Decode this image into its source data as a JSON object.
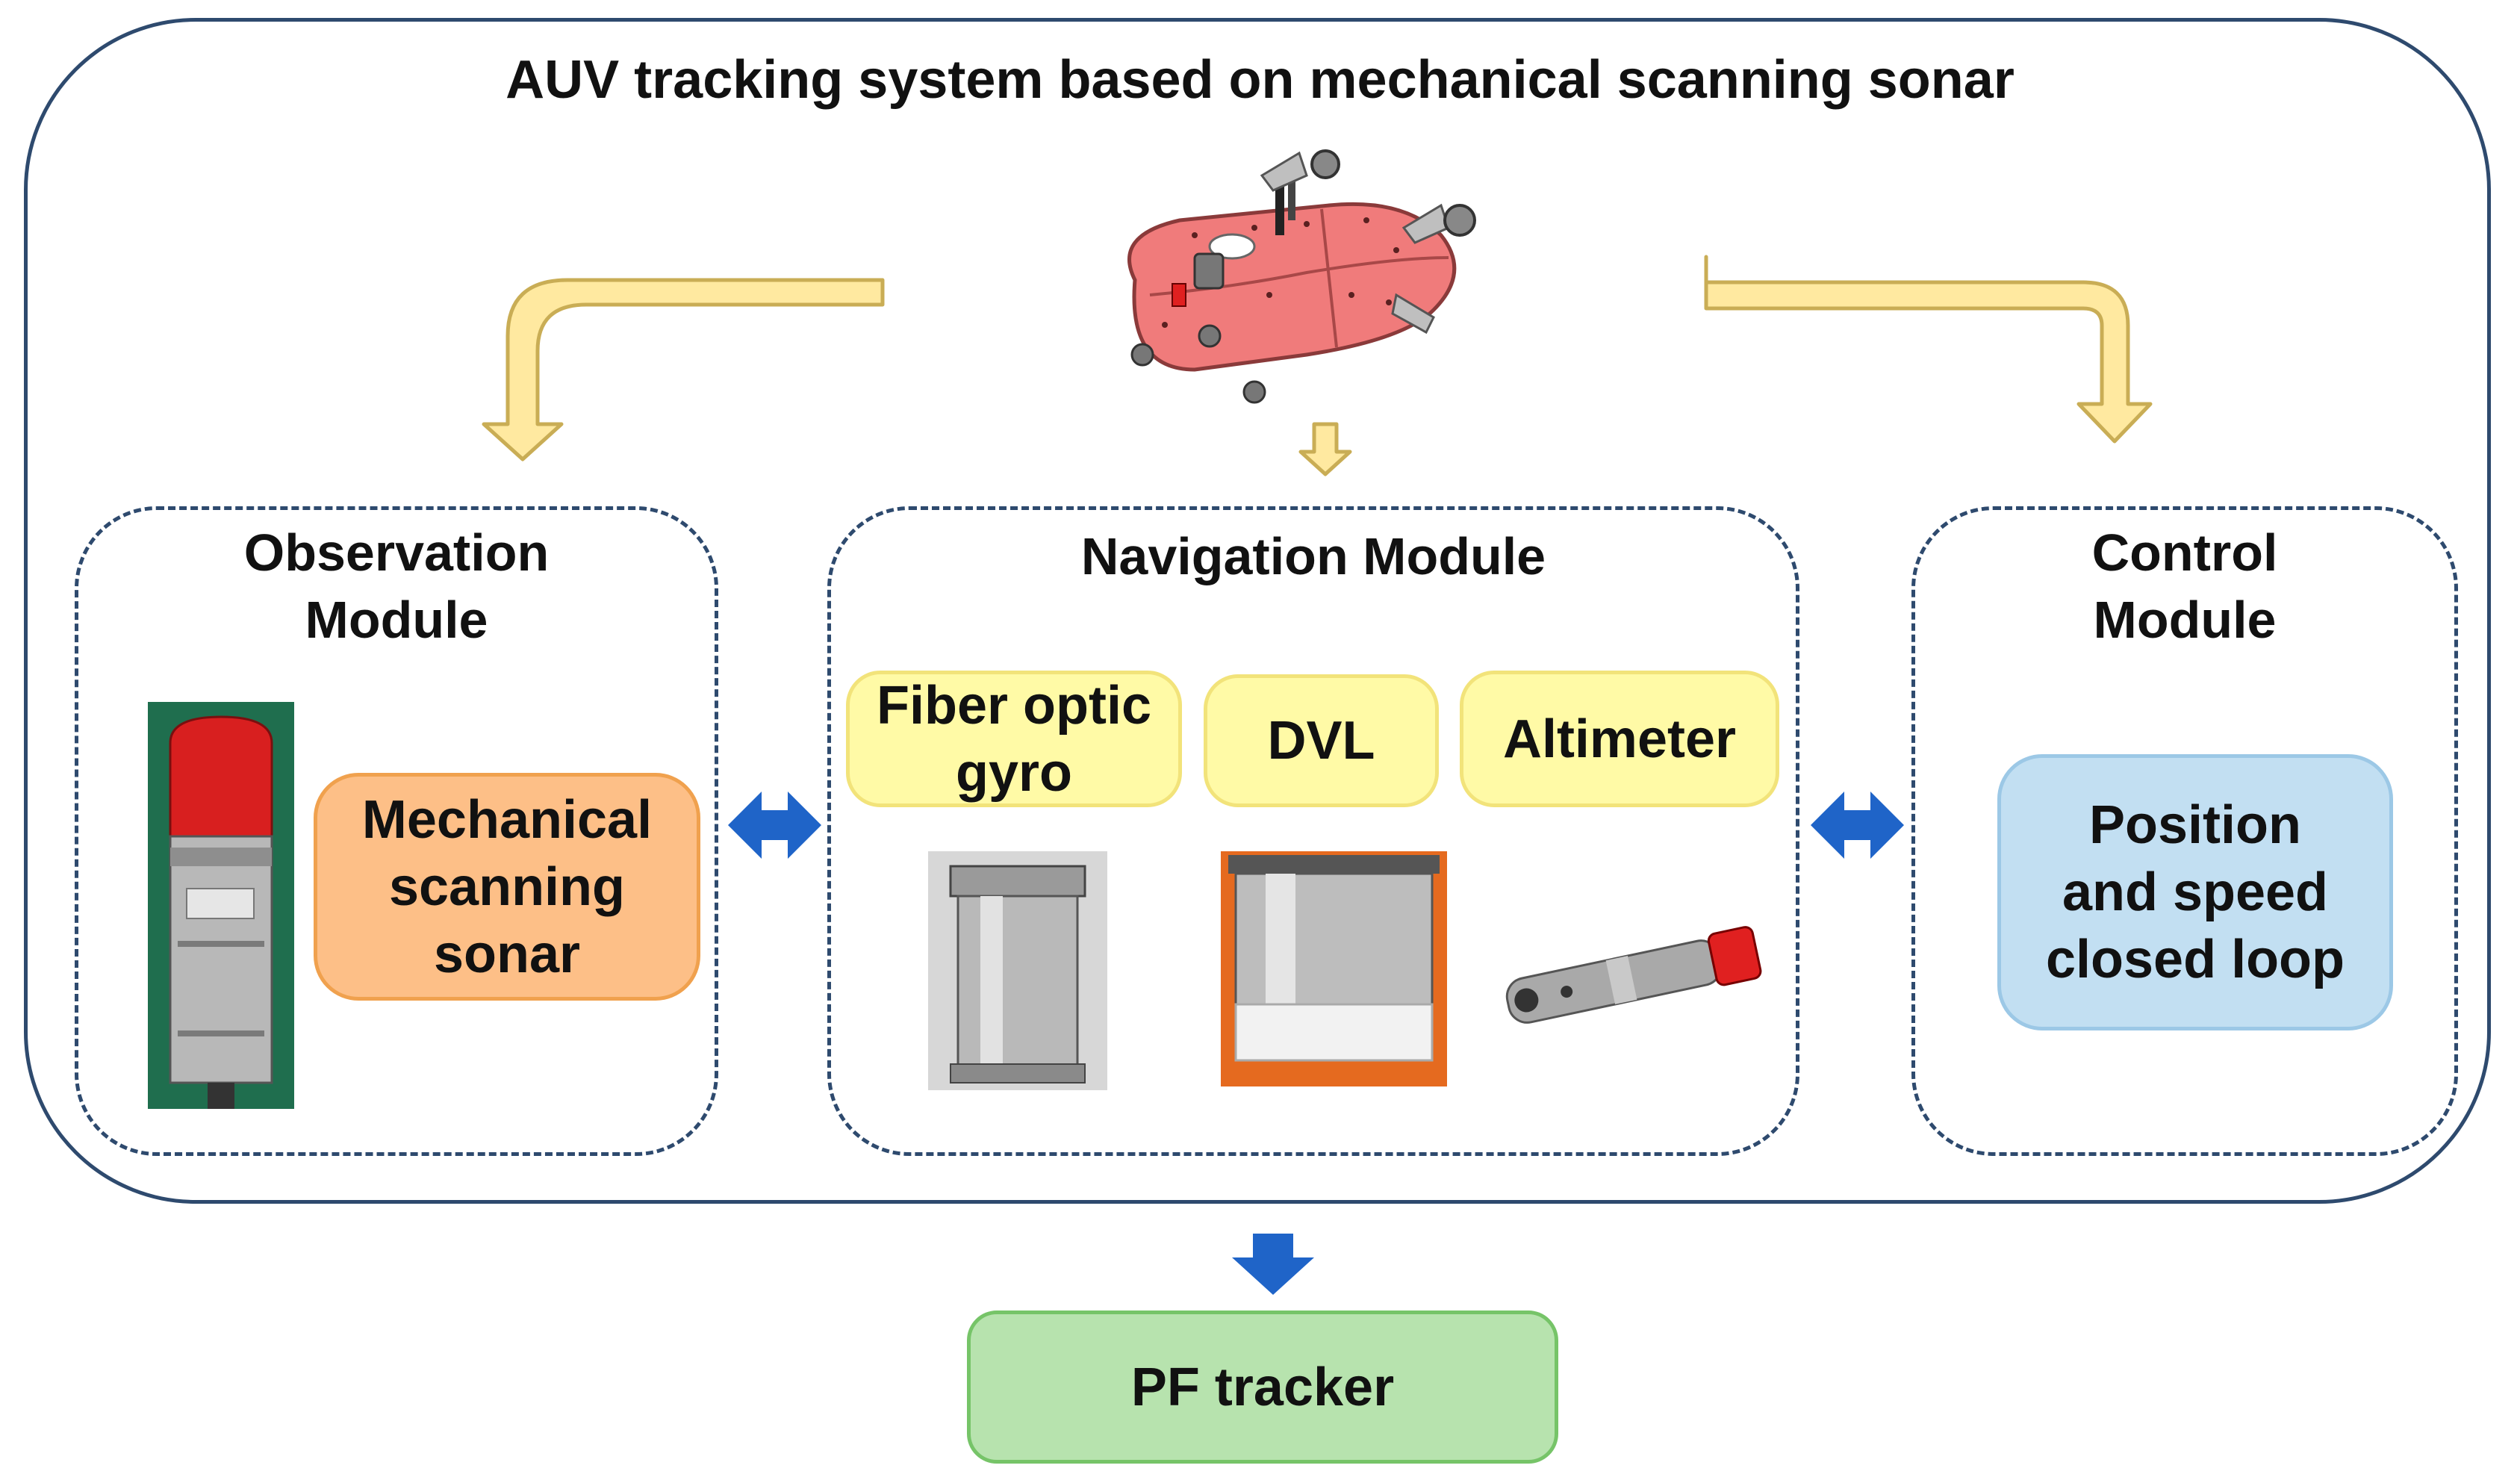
{
  "title": "AUV tracking system based on mechanical scanning sonar",
  "modules": {
    "observation": {
      "title_line1": "Observation",
      "title_line2": "Module",
      "component_line1": "Mechanical",
      "component_line2": "scanning",
      "component_line3": "sonar"
    },
    "navigation": {
      "title": "Navigation Module",
      "components": [
        {
          "line1": "Fiber optic",
          "line2": "gyro"
        },
        {
          "label": "DVL"
        },
        {
          "label": "Altimeter"
        }
      ]
    },
    "control": {
      "title_line1": "Control",
      "title_line2": "Module",
      "component_line1": "Position",
      "component_line2": "and speed",
      "component_line3": "closed loop"
    }
  },
  "output": {
    "label": "PF tracker"
  },
  "colors": {
    "frame": "#2e4a6e",
    "flow_arrow_fill": "#ffe9a0",
    "flow_arrow_stroke": "#c9ad55",
    "link_arrow": "#1f64c8",
    "sonar_box": "#fdbf87",
    "nav_chip": "#fffaa6",
    "control_box": "#c2dff2",
    "output_box": "#b7e3ae",
    "auv_body": "#f07b7b"
  },
  "icons": [
    "auv-image",
    "sonar-device-image",
    "gyro-device-image",
    "dvl-device-image",
    "altimeter-device-image"
  ]
}
